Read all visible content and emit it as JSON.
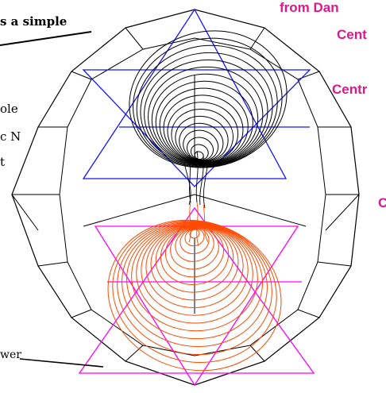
{
  "labels": {
    "top_left": "s a simple",
    "left_1": "ole",
    "left_2": "c N",
    "left_3": "t",
    "bottom_left": "wer",
    "right_1": "from Dan",
    "right_2": "Cent",
    "right_3": "Centr",
    "right_4": "C"
  },
  "colors": {
    "outline": "#000000",
    "upper_triangles": "#1414ff",
    "upper_spiral": "#000000",
    "lower_triangles": "#ff00ff",
    "lower_spiral": "#ff4a00",
    "pink_text": "#e0168c"
  },
  "spiral": {
    "upper_loops": 18,
    "lower_loops": 18
  }
}
